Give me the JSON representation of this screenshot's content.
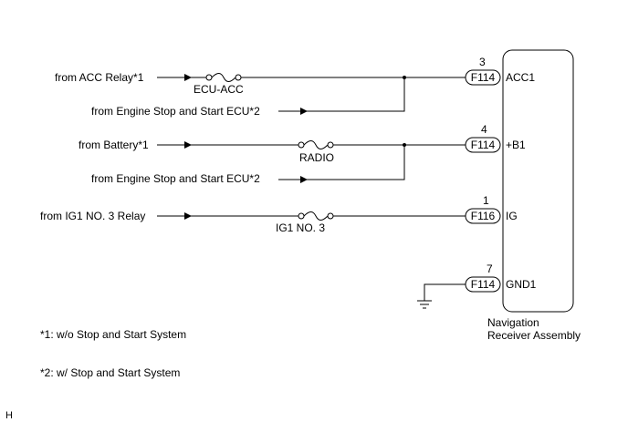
{
  "inputs": {
    "acc_relay": "from ACC Relay*1",
    "engine_ecu_1": "from Engine Stop and Start ECU*2",
    "battery": "from Battery*1",
    "engine_ecu_2": "from Engine Stop and Start ECU*2",
    "ig1_relay": "from IG1 NO. 3 Relay"
  },
  "fuses": {
    "ecu_acc": "ECU-ACC",
    "radio": "RADIO",
    "ig1_no3": "IG1 NO. 3"
  },
  "connectors": {
    "acc1": {
      "pin": "3",
      "id": "F114",
      "name": "ACC1"
    },
    "b1": {
      "pin": "4",
      "id": "F114",
      "name": "+B1"
    },
    "ig": {
      "pin": "1",
      "id": "F116",
      "name": "IG"
    },
    "gnd1": {
      "pin": "7",
      "id": "F114",
      "name": "GND1"
    }
  },
  "component": {
    "line1": "Navigation",
    "line2": "Receiver Assembly"
  },
  "notes": {
    "note1": "*1: w/o Stop and Start System",
    "note2": "*2: w/ Stop and Start System"
  },
  "corner": "H"
}
